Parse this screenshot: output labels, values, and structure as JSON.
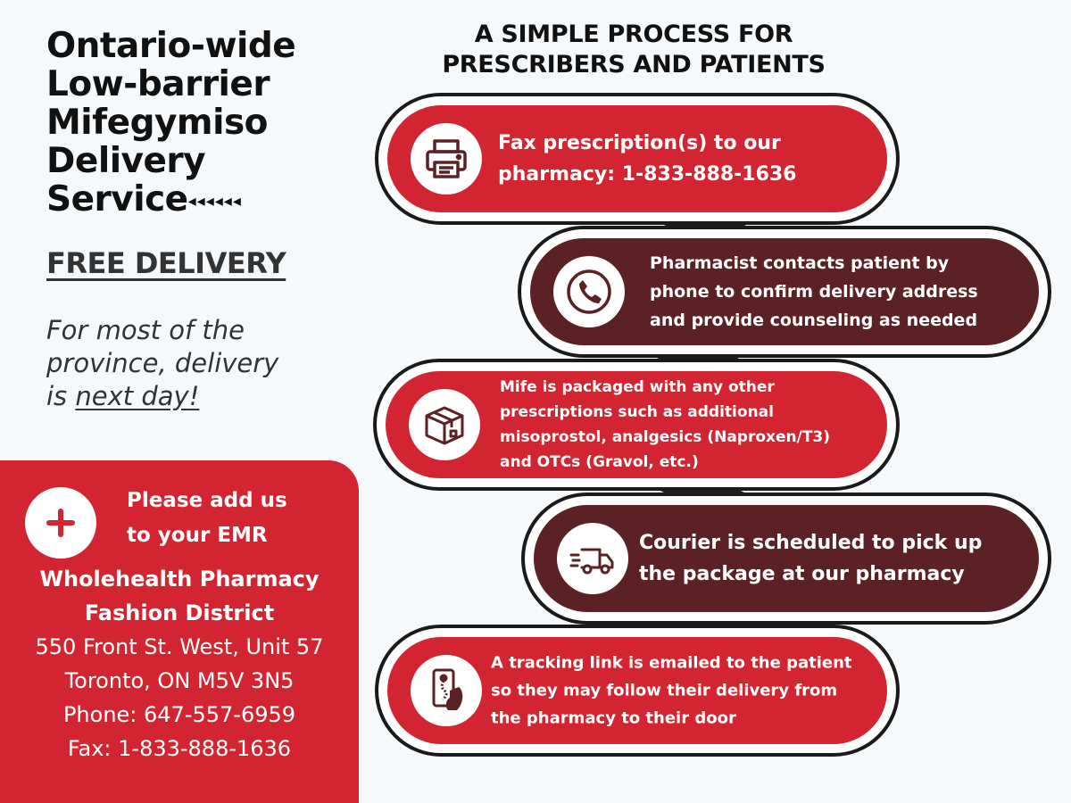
{
  "header": {
    "title_lines": [
      "Ontario-wide",
      "Low-barrier",
      "Mifegymiso",
      "Delivery",
      "Service"
    ],
    "title_arrows": "◂◂◂◂◂◂"
  },
  "promo": {
    "free_delivery": "FREE DELIVERY",
    "tagline_lines": [
      "For most of the",
      "province, delivery"
    ],
    "tagline_prefix": "is ",
    "tagline_underlined": "next day!"
  },
  "contact": {
    "emr_lines": [
      "Please add us",
      "to your EMR"
    ],
    "pharmacy_lines": [
      "Wholehealth Pharmacy",
      "Fashion District"
    ],
    "address_lines": [
      "550 Front St. West, Unit 57",
      "Toronto, ON M5V 3N5"
    ],
    "phone": "Phone: 647-557-6959",
    "fax": "Fax: 1-833-888-1636",
    "accent_color": "#d32531"
  },
  "process": {
    "title_lines": [
      "A SIMPLE PROCESS FOR",
      "PRESCRIBERS AND PATIENTS"
    ],
    "steps": [
      {
        "icon": "printer-icon",
        "color": "#d32531",
        "lines": [
          "Fax prescription(s) to our",
          "pharmacy: 1-833-888-1636"
        ]
      },
      {
        "icon": "phone-icon",
        "color": "#5b2125",
        "lines": [
          "Pharmacist contacts patient by",
          "phone to confirm delivery address",
          "and provide counseling as needed"
        ]
      },
      {
        "icon": "package-icon",
        "color": "#d32531",
        "lines": [
          "Mife is packaged with any other",
          "prescriptions such as additional",
          "misoprostol, analgesics (Naproxen/T3)",
          "and OTCs (Gravol, etc.)"
        ]
      },
      {
        "icon": "delivery-truck-icon",
        "color": "#5b2125",
        "lines": [
          "Courier is scheduled to pick up",
          "the package at our pharmacy"
        ]
      },
      {
        "icon": "mobile-tracking-icon",
        "color": "#d32531",
        "lines": [
          "A tracking link is emailed to the patient",
          "so they may follow their delivery from",
          "the pharmacy to their door"
        ]
      }
    ]
  }
}
